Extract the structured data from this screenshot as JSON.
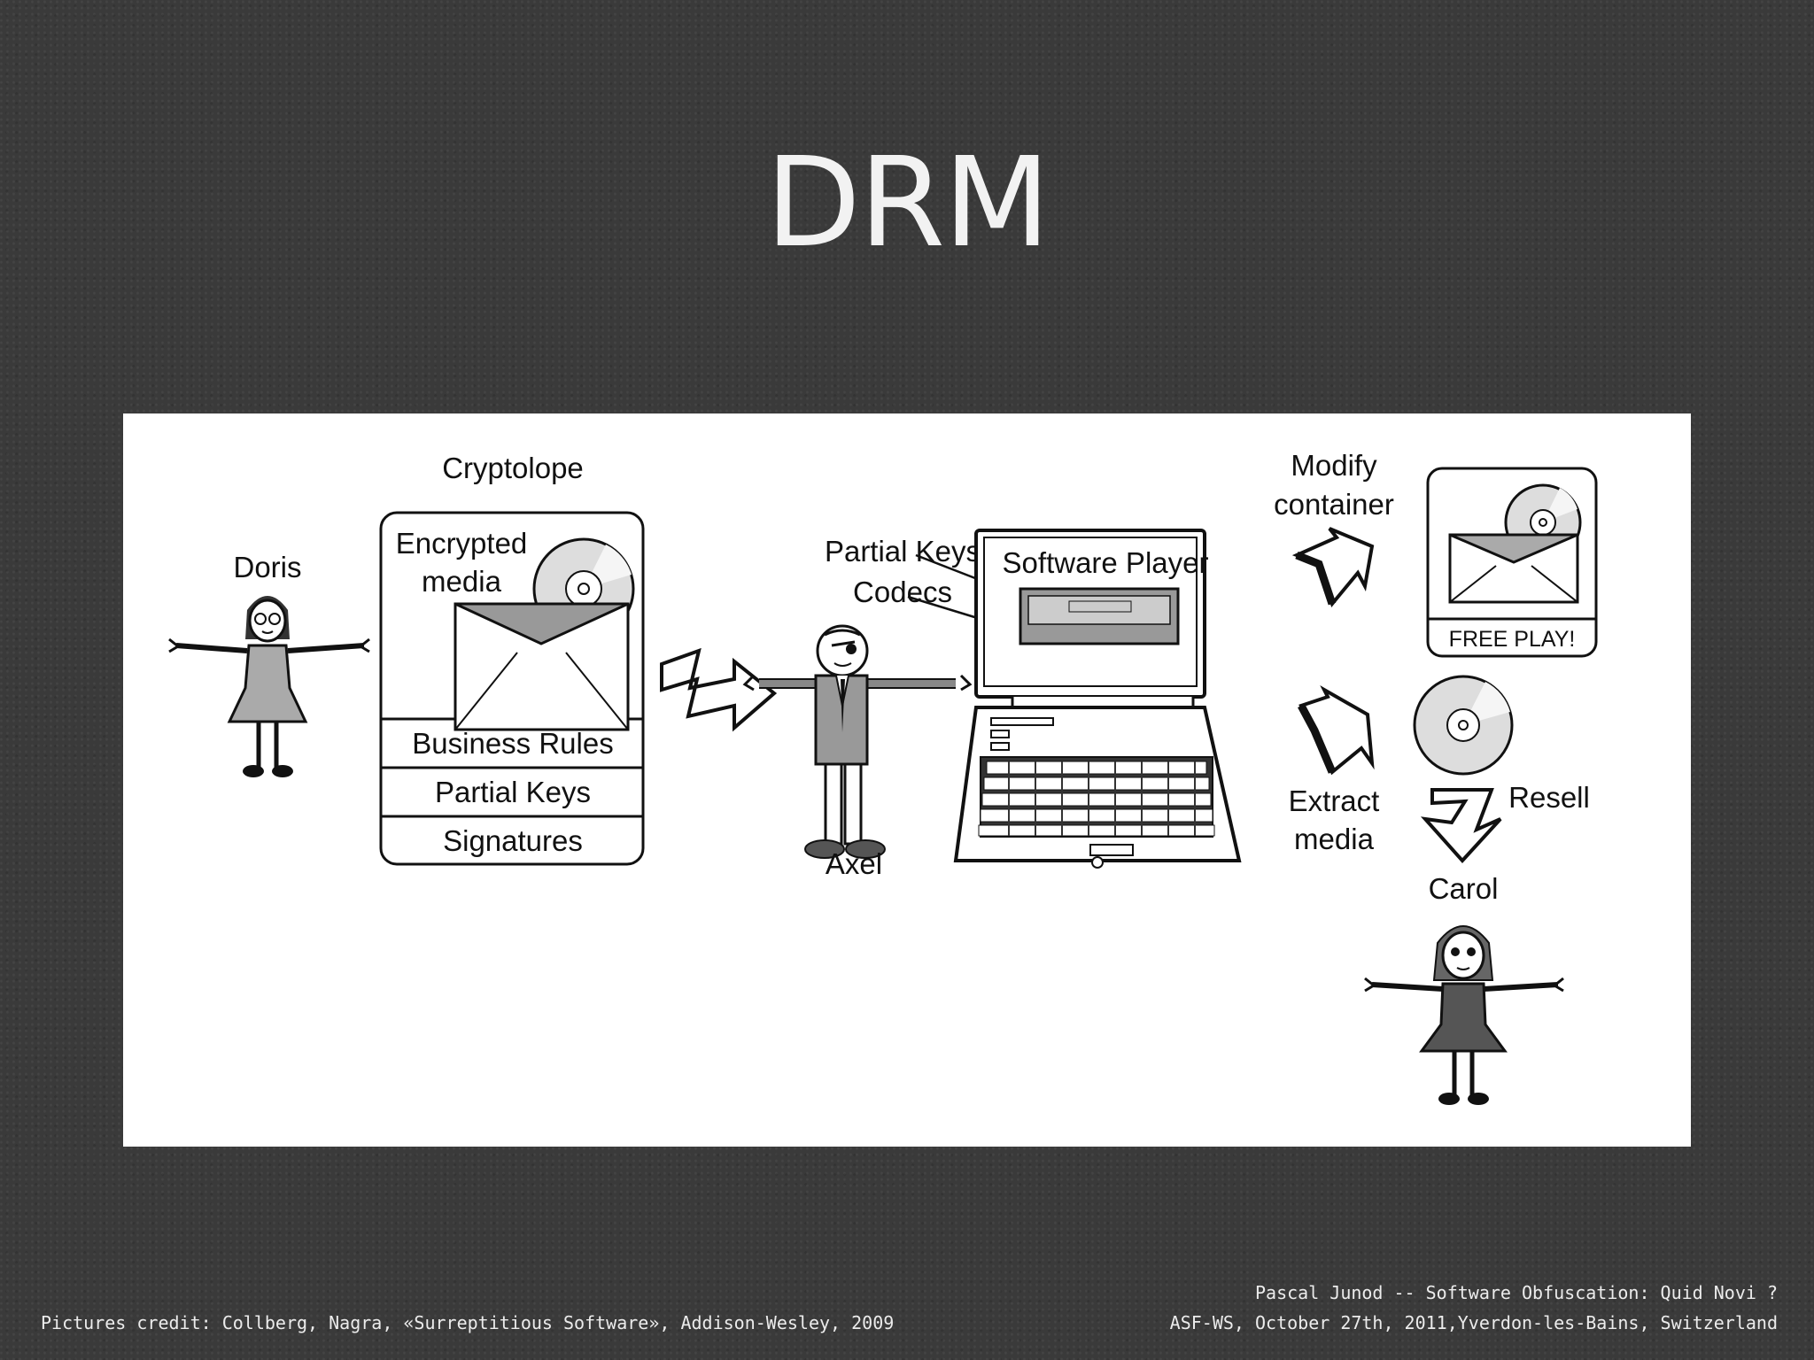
{
  "slide": {
    "title": "DRM"
  },
  "diagram": {
    "doris_label": "Doris",
    "cryptolope_label": "Cryptolope",
    "encrypted_media_line1": "Encrypted",
    "encrypted_media_line2": "media",
    "business_rules": "Business Rules",
    "partial_keys_row": "Partial Keys",
    "signatures": "Signatures",
    "partial_keys_label": "Partial Keys",
    "codecs_label": "Codecs",
    "axel_label": "Axel",
    "software_player_label": "Software Player",
    "modify_line1": "Modify",
    "modify_line2": "container",
    "free_play": "FREE PLAY!",
    "extract_line1": "Extract",
    "extract_line2": "media",
    "resell_label": "Resell",
    "carol_label": "Carol"
  },
  "footer": {
    "credit": "Pictures credit: Collberg, Nagra, «Surreptitious Software», Addison-Wesley, 2009",
    "author_line": "Pascal Junod -- Software Obfuscation: Quid Novi ?",
    "event_line": "ASF-WS, October 27th, 2011,Yverdon-les-Bains, Switzerland"
  }
}
